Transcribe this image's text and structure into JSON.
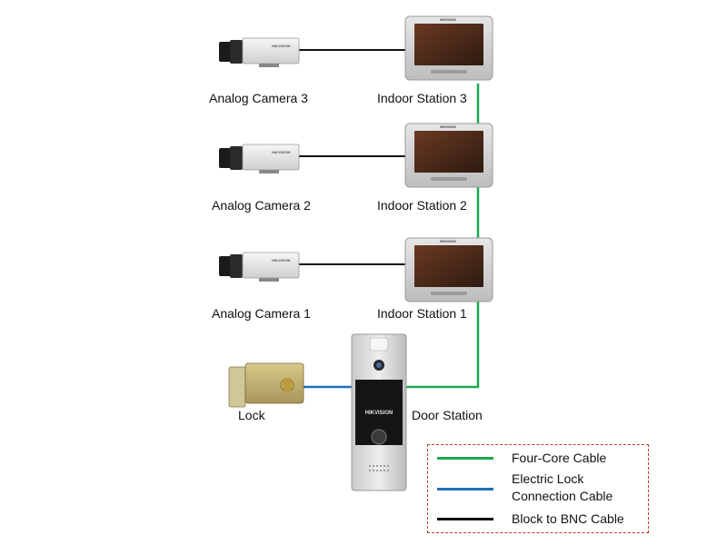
{
  "devices": {
    "camera_3": "Analog Camera 3",
    "camera_2": "Analog Camera 2",
    "camera_1": "Analog Camera 1",
    "indoor_3": "Indoor Station 3",
    "indoor_2": "Indoor Station 2",
    "indoor_1": "Indoor Station 1",
    "lock": "Lock",
    "door": "Door Station"
  },
  "brand": "HIKVISION",
  "legend": {
    "four_core": "Four-Core Cable",
    "electric_lock_line1": "Electric Lock",
    "electric_lock_line2": "Connection Cable",
    "bnc": "Block to BNC Cable"
  },
  "colors": {
    "four_core": "#1aa84f",
    "electric_lock": "#1f6fb8",
    "bnc": "#111111",
    "legend_border": "#c0392b"
  }
}
